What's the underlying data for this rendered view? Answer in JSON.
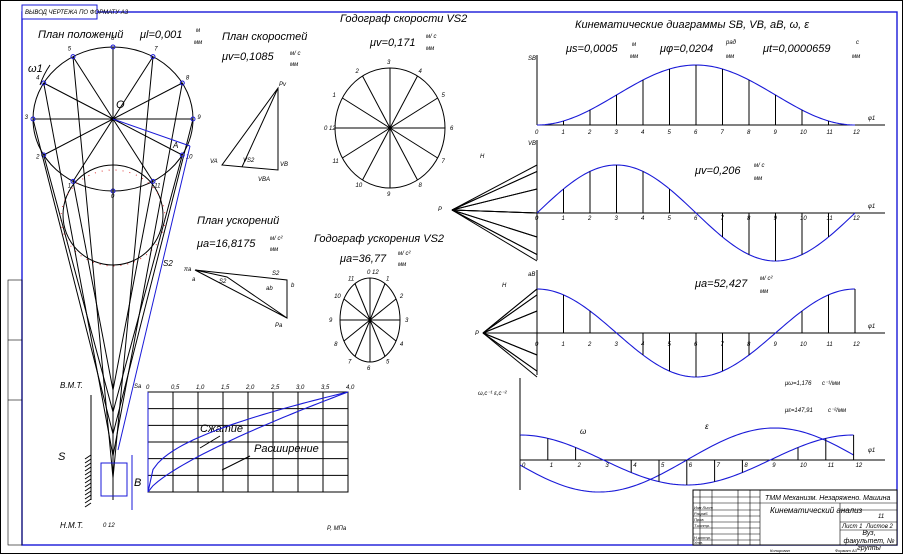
{
  "stamp_top": "ВЫВОД ЧЕРТЕЖА ПО ФОРМАТУ А3",
  "position_plan": {
    "title": "План положений",
    "mu": "μl=0,001",
    "unit_num": "м",
    "unit_den": "мм",
    "omega": "ω1",
    "center": "O",
    "point_a": "A",
    "point_s2": "S2",
    "labels": [
      "0",
      "1",
      "2",
      "3",
      "4",
      "5",
      "6",
      "7",
      "8",
      "9",
      "10",
      "11",
      "12"
    ],
    "tdc": "В.М.Т.",
    "bdc": "Н.М.Т.",
    "s_label": "S",
    "slider": "B",
    "bottom": "0 12"
  },
  "velocity_plan": {
    "title": "План скоростей",
    "mu": "μv=0,1085",
    "unit_num": "м/ с",
    "unit_den": "мм",
    "p": "Pv",
    "a": "VA",
    "b": "VB",
    "ba": "VBA",
    "s": "VS2"
  },
  "velocity_hodograph": {
    "title": "Годограф скорости VS2",
    "mu": "μv=0,171",
    "unit_num": "м/ с",
    "unit_den": "мм",
    "labels": [
      "0 12",
      "1",
      "2",
      "3",
      "4",
      "5",
      "6",
      "7",
      "8",
      "9",
      "10",
      "11"
    ]
  },
  "accel_plan": {
    "title": "План ускорений",
    "mu": "μa=16,8175",
    "unit_num": "м/ с²",
    "unit_den": "мм",
    "pa": "πa",
    "a": "a",
    "s": "S2",
    "b": "b",
    "ab": "ab",
    "sb": "S2",
    "p": "Pa"
  },
  "accel_hodograph": {
    "title": "Годограф ускорения VS2",
    "mu": "μa=36,77",
    "unit_num": "м/ с²",
    "unit_den": "мм",
    "labels": [
      "0 12",
      "1",
      "2",
      "3",
      "4",
      "5",
      "6",
      "7",
      "8",
      "9",
      "10",
      "11"
    ]
  },
  "kinematic": {
    "title": "Кинематические диаграммы SB, VB, aB, ω, ε",
    "mu_s": "μs=0,0005",
    "mu_s_unit_num": "м",
    "mu_s_unit_den": "мм",
    "mu_phi": "μφ=0,0204",
    "mu_phi_unit_num": "рад",
    "mu_phi_unit_den": "мм",
    "mu_t": "μt=0,0000659",
    "mu_t_unit_num": "с",
    "mu_t_unit_den": "мм",
    "mu_v": "μv=0,206",
    "mu_v_unit_num": "м/ с",
    "mu_v_unit_den": "мм",
    "mu_a": "μa=52,427",
    "mu_a_unit_num": "м/ с²",
    "mu_a_unit_den": "мм",
    "mu_w": "μω=1,176",
    "mu_w_unit": "с⁻¹/мм",
    "mu_e": "με=147,91",
    "mu_e_unit": "с⁻²/мм",
    "ax_s": "SB",
    "ax_v": "VB",
    "ax_a": "aB",
    "ax_we": "ω,с⁻¹  ε,с⁻²",
    "phi": "φ1",
    "pole": "P",
    "h": "H",
    "omega": "ω",
    "eps": "ε",
    "ticks": [
      "0",
      "1",
      "2",
      "3",
      "4",
      "5",
      "6",
      "7",
      "8",
      "9",
      "10",
      "11",
      "12"
    ]
  },
  "indicator": {
    "y_label": "Sa",
    "x_label": "P, МПа",
    "ticks": [
      "0",
      "0,5",
      "1,0",
      "1,5",
      "2,0",
      "2,5",
      "3,0",
      "3,5",
      "4,0"
    ],
    "compression": "Сжатие",
    "expansion": "Расширение"
  },
  "title_block": {
    "project": "ТММ Механизм. Незаряжено. Машина",
    "doc": "Кинематический анализ",
    "sheet": "11",
    "org": "Вуз, факультет, № группы",
    "rows": [
      "Изм Лист",
      "Разраб.",
      "Пров.",
      "Т.контр.",
      "Н.контр.",
      "Утв."
    ],
    "sheet_label": "Лист 1",
    "sheets_label": "Листов 2",
    "format": "Формат А3",
    "copied": "Копировал"
  }
}
